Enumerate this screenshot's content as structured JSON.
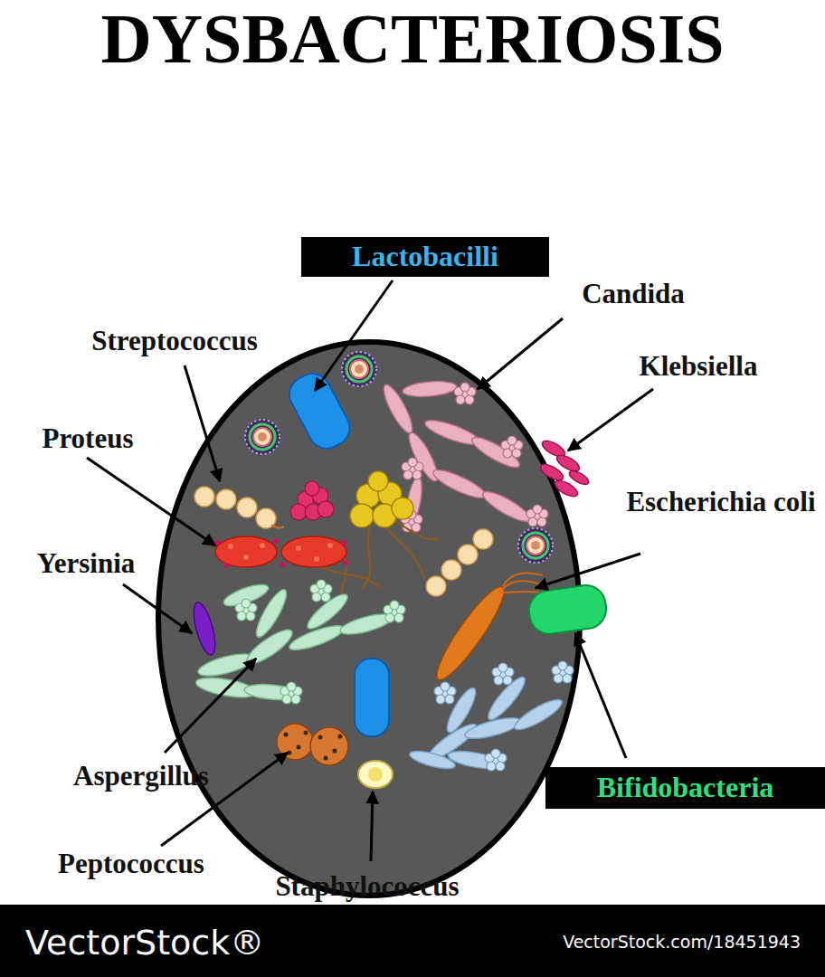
{
  "diagram": {
    "title": "DYSBACTERIOSIS",
    "nodes": [
      {
        "text": [
          "Lactobacilli"
        ]
      },
      {
        "text": [
          "Bifidobacteria"
        ]
      }
    ],
    "labels": [
      "Candida",
      "Klebsiella",
      "Streptococcus",
      "Proteus",
      "Escherichia coli",
      "Yersinia",
      "Aspergillus",
      "Peptococcus",
      "Staphylococcus",
      "VectorStock®",
      "VectorStock.com/18451943"
    ]
  }
}
